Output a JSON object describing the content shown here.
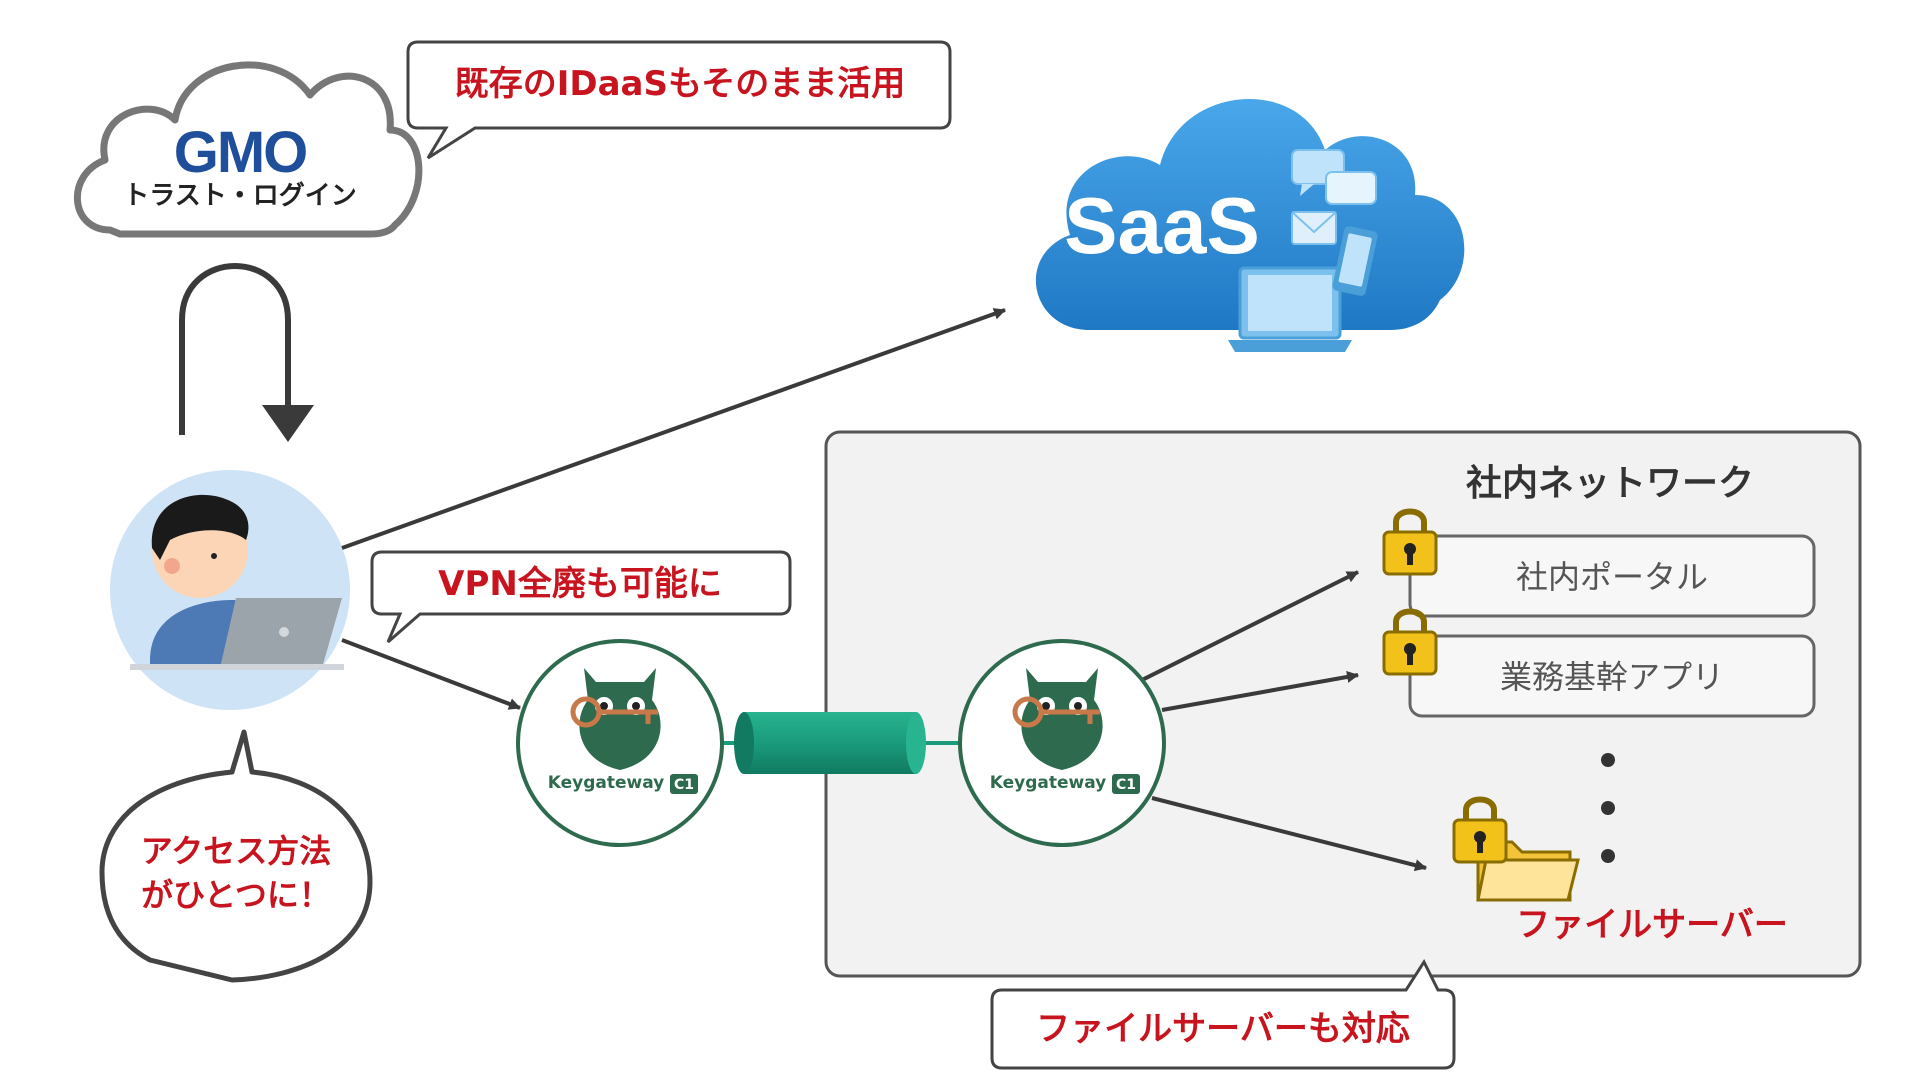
{
  "idaas": {
    "logo_text": "GMO",
    "logo_subtext": "トラスト・ログイン",
    "callout": "既存のIDaaSもそのまま活用"
  },
  "saas": {
    "label": "SaaS"
  },
  "user": {
    "callout_line1": "アクセス方法",
    "callout_line2": "がひとつに！"
  },
  "vpn": {
    "callout": "VPN全廃も可能に"
  },
  "gateways": [
    {
      "label": "Keygateway",
      "badge": "C1"
    },
    {
      "label": "Keygateway",
      "badge": "C1"
    }
  ],
  "internal_network": {
    "title": "社内ネットワーク",
    "services": [
      {
        "label": "社内ポータル"
      },
      {
        "label": "業務基幹アプリ"
      }
    ],
    "file_server": "ファイルサーバー",
    "callout": "ファイルサーバーも対応"
  },
  "colors": {
    "accent_red": "#c8141e",
    "gmo_blue": "#1f4e9a",
    "saas_blue": "#2f8fd8",
    "tunnel_green": "#1a9b7c",
    "gateway_green": "#2e6b4e",
    "lock_yellow": "#f3c21a"
  }
}
